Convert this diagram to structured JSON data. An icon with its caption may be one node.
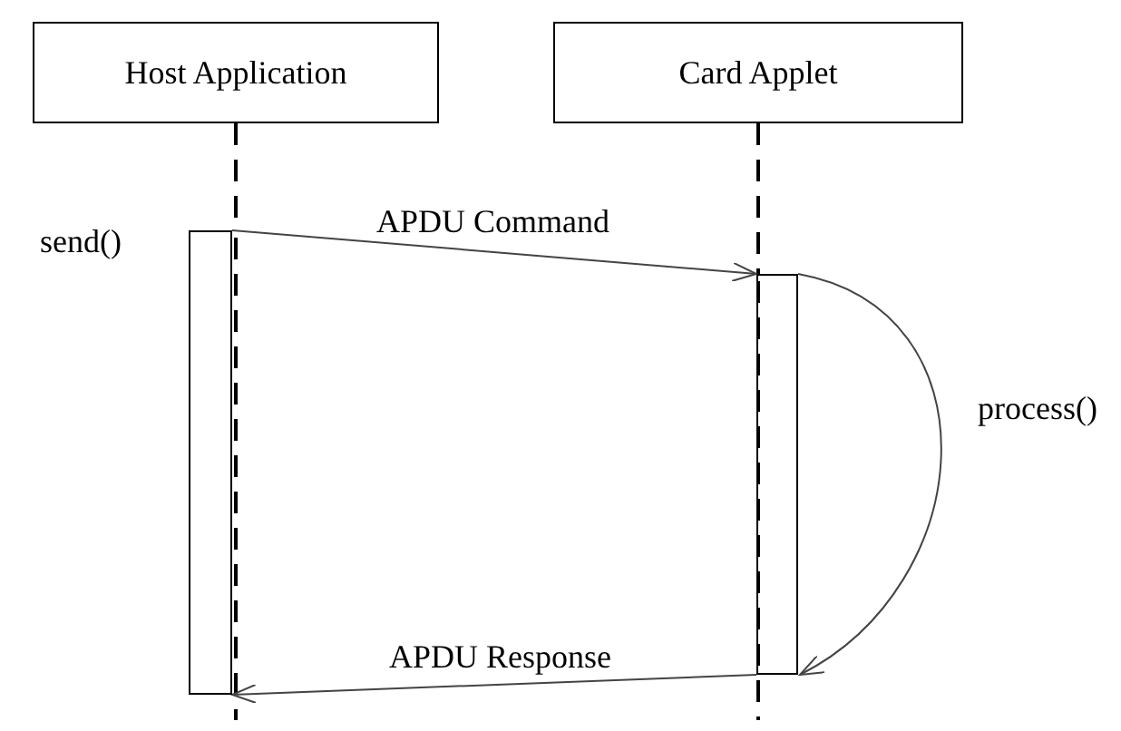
{
  "diagram": {
    "nodes": [
      {
        "text": [
          "Host Application"
        ]
      },
      {
        "text": [
          "Card Applet"
        ]
      },
      {
        "text": [],
        "shape": "bar",
        "beside": [
          "send()"
        ]
      },
      {
        "text": [],
        "shape": "bar"
      }
    ],
    "edges": [
      {
        "from": 0,
        "to": 2,
        "arrow": "none",
        "style": "dashed"
      },
      {
        "from": 1,
        "to": 3,
        "arrow": "none",
        "style": "dashed"
      },
      {
        "from": 2,
        "to": 3,
        "arrow": "to",
        "label": "APDU Command"
      },
      {
        "from": 3,
        "to": 3,
        "arrow": "to",
        "label": "process()"
      },
      {
        "from": 3,
        "to": 2,
        "arrow": "to",
        "label": "APDU Response"
      }
    ]
  }
}
